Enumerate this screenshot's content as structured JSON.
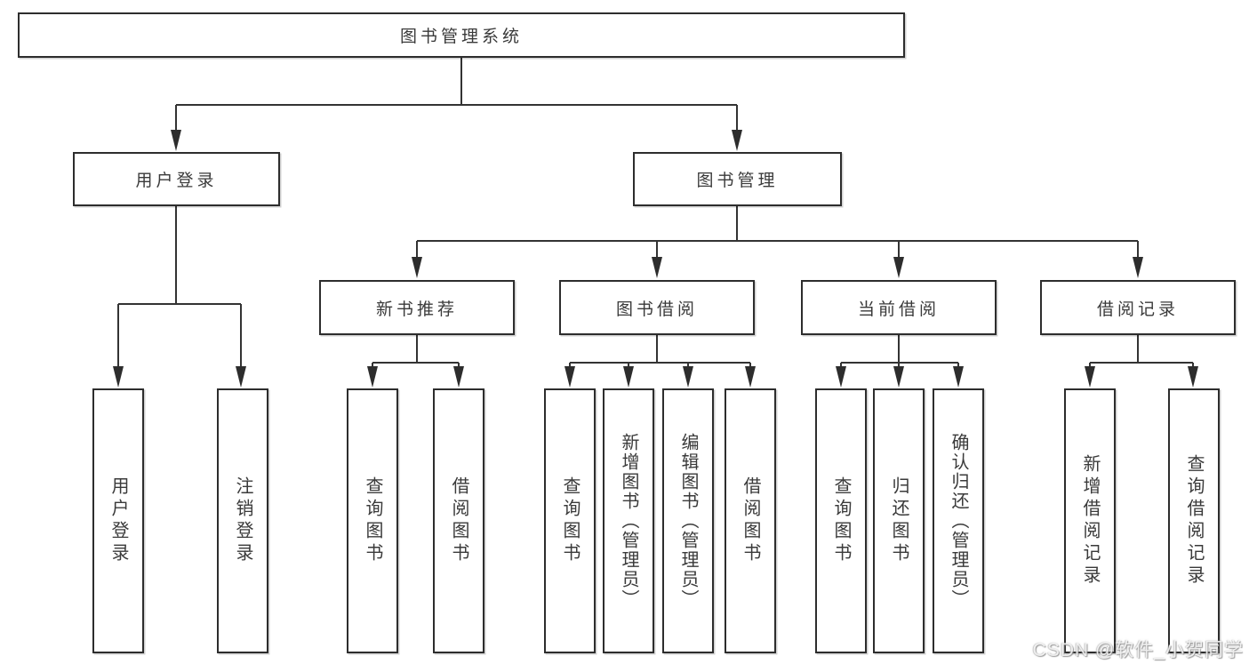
{
  "diagram": {
    "root": "图书管理系统",
    "branches": [
      {
        "label": "用户登录",
        "leaves": [
          "用户登录",
          "注销登录"
        ]
      },
      {
        "label": "图书管理",
        "groups": [
          {
            "label": "新书推荐",
            "leaves": [
              "查询图书",
              "借阅图书"
            ]
          },
          {
            "label": "图书借阅",
            "leaves": [
              "查询图书",
              "新增图书（管理员）",
              "编辑图书（管理员）",
              "借阅图书"
            ]
          },
          {
            "label": "当前借阅",
            "leaves": [
              "查询图书",
              "归还图书",
              "确认归还（管理员）"
            ]
          },
          {
            "label": "借阅记录",
            "leaves": [
              "新增借阅记录",
              "查询借阅记录"
            ]
          }
        ]
      }
    ]
  },
  "watermark": "CSDN @软件_小贺同学",
  "colors": {
    "border": "#2d2d2d",
    "text": "#3a3a3a",
    "line": "#333333",
    "background": "#ffffff"
  }
}
